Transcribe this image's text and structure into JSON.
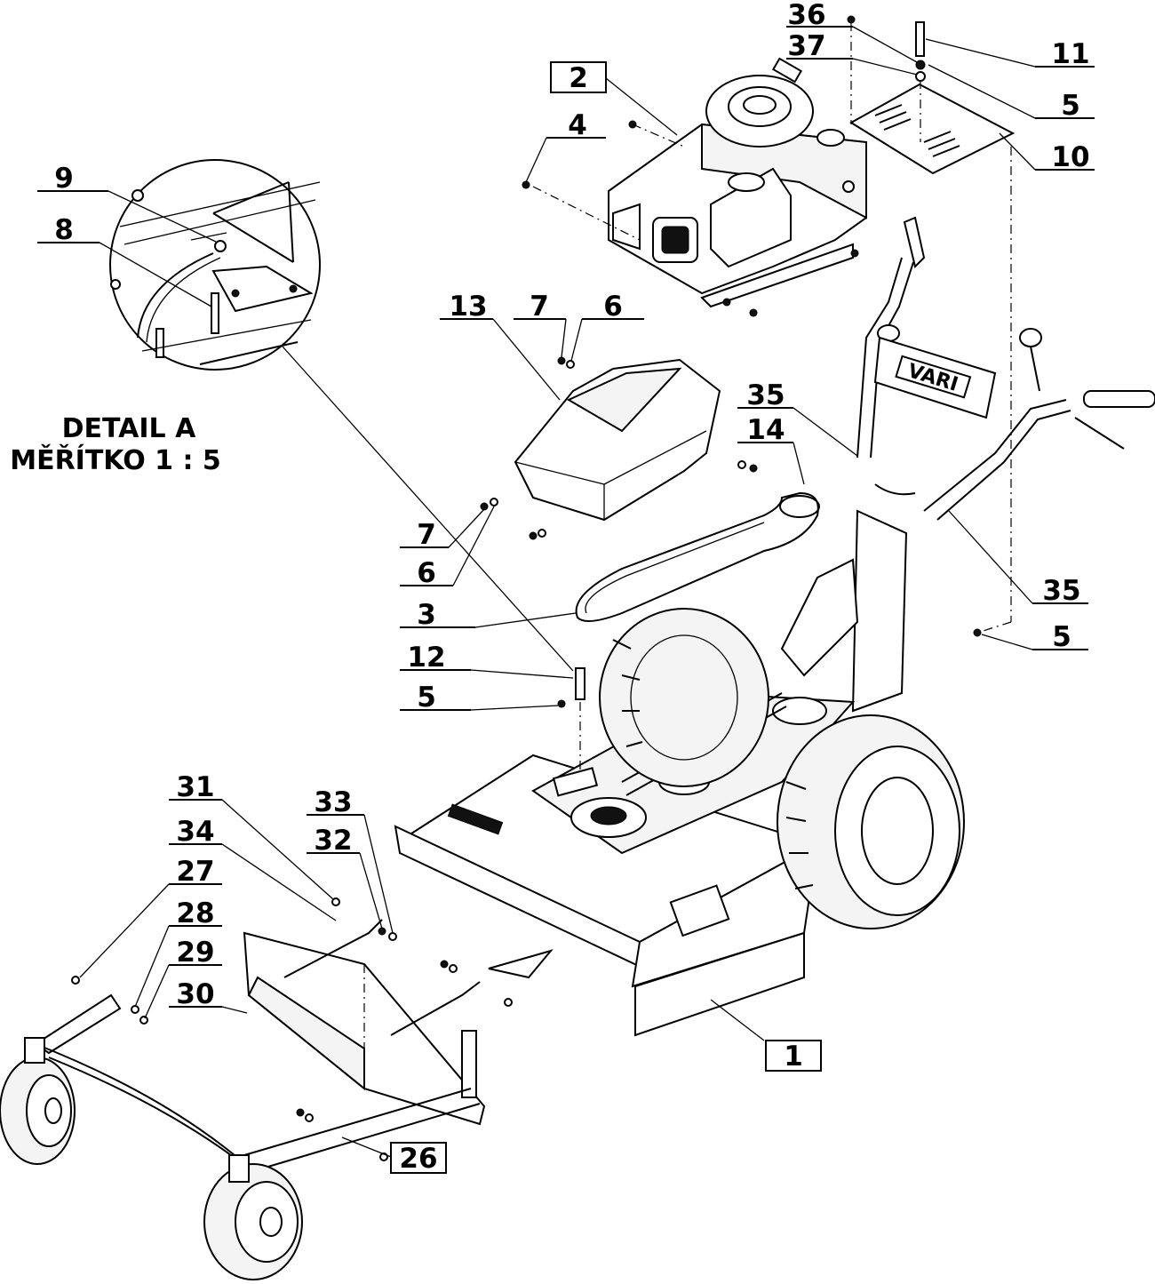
{
  "detail": {
    "title": "DETAIL A",
    "scale": "MĚŘÍTKO 1 : 5"
  },
  "callouts": [
    {
      "id": "c36",
      "text": "36",
      "boxed": false
    },
    {
      "id": "c37",
      "text": "37",
      "boxed": false
    },
    {
      "id": "c11",
      "text": "11",
      "boxed": false
    },
    {
      "id": "c5a",
      "text": "5",
      "boxed": false
    },
    {
      "id": "c10",
      "text": "10",
      "boxed": false
    },
    {
      "id": "c2",
      "text": "2",
      "boxed": true
    },
    {
      "id": "c4",
      "text": "4",
      "boxed": false
    },
    {
      "id": "c9",
      "text": "9",
      "boxed": false
    },
    {
      "id": "c8",
      "text": "8",
      "boxed": false
    },
    {
      "id": "c13",
      "text": "13",
      "boxed": false
    },
    {
      "id": "c7a",
      "text": "7",
      "boxed": false
    },
    {
      "id": "c6a",
      "text": "6",
      "boxed": false
    },
    {
      "id": "c35a",
      "text": "35",
      "boxed": false
    },
    {
      "id": "c14",
      "text": "14",
      "boxed": false
    },
    {
      "id": "c7b",
      "text": "7",
      "boxed": false
    },
    {
      "id": "c6b",
      "text": "6",
      "boxed": false
    },
    {
      "id": "c3",
      "text": "3",
      "boxed": false
    },
    {
      "id": "c35b",
      "text": "35",
      "boxed": false
    },
    {
      "id": "c5b",
      "text": "5",
      "boxed": false
    },
    {
      "id": "c12",
      "text": "12",
      "boxed": false
    },
    {
      "id": "c5c",
      "text": "5",
      "boxed": false
    },
    {
      "id": "c31",
      "text": "31",
      "boxed": false
    },
    {
      "id": "c33",
      "text": "33",
      "boxed": false
    },
    {
      "id": "c34",
      "text": "34",
      "boxed": false
    },
    {
      "id": "c32",
      "text": "32",
      "boxed": false
    },
    {
      "id": "c27",
      "text": "27",
      "boxed": false
    },
    {
      "id": "c28",
      "text": "28",
      "boxed": false
    },
    {
      "id": "c29",
      "text": "29",
      "boxed": false
    },
    {
      "id": "c30",
      "text": "30",
      "boxed": false
    },
    {
      "id": "c1",
      "text": "1",
      "boxed": true
    },
    {
      "id": "c26",
      "text": "26",
      "boxed": true
    }
  ],
  "brand_text": "VARI"
}
